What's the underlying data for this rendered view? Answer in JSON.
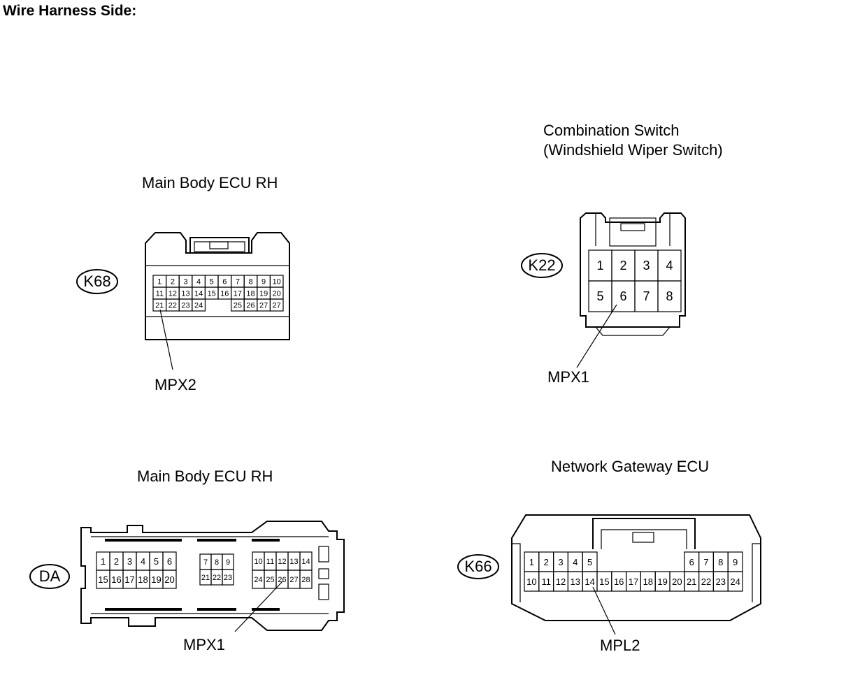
{
  "page_title": "Wire Harness Side:",
  "connectors": {
    "k68": {
      "code": "K68",
      "name": "Main Body ECU RH",
      "rows": [
        [
          "1",
          "2",
          "3",
          "4",
          "5",
          "6",
          "7",
          "8",
          "9",
          "10"
        ],
        [
          "11",
          "12",
          "13",
          "14",
          "15",
          "16",
          "17",
          "18",
          "19",
          "20"
        ],
        [
          "21",
          "22",
          "23",
          "24",
          "",
          "",
          "25",
          "26",
          "27",
          "27"
        ]
      ],
      "callout": "MPX2"
    },
    "k22": {
      "code": "K22",
      "name_line1": "Combination Switch",
      "name_line2": "(Windshield Wiper Switch)",
      "rows": [
        [
          "1",
          "2",
          "3",
          "4"
        ],
        [
          "5",
          "6",
          "7",
          "8"
        ]
      ],
      "callout": "MPX1"
    },
    "da": {
      "code": "DA",
      "name": "Main Body ECU RH",
      "group1": [
        [
          "1",
          "2",
          "3",
          "4",
          "5",
          "6"
        ],
        [
          "15",
          "16",
          "17",
          "18",
          "19",
          "20"
        ]
      ],
      "group2": [
        [
          "7",
          "8",
          "9"
        ],
        [
          "21",
          "22",
          "23"
        ]
      ],
      "group3": [
        [
          "10",
          "11",
          "12",
          "13",
          "14"
        ],
        [
          "24",
          "25",
          "26",
          "27",
          "28"
        ]
      ],
      "callout": "MPX1"
    },
    "k66": {
      "code": "K66",
      "name": "Network Gateway ECU",
      "row1_left": [
        "1",
        "2",
        "3",
        "4",
        "5"
      ],
      "row1_right": [
        "6",
        "7",
        "8",
        "9"
      ],
      "row2": [
        "10",
        "11",
        "12",
        "13",
        "14",
        "15",
        "16",
        "17",
        "18",
        "19",
        "20",
        "21",
        "22",
        "23",
        "24"
      ],
      "callout": "MPL2"
    }
  }
}
